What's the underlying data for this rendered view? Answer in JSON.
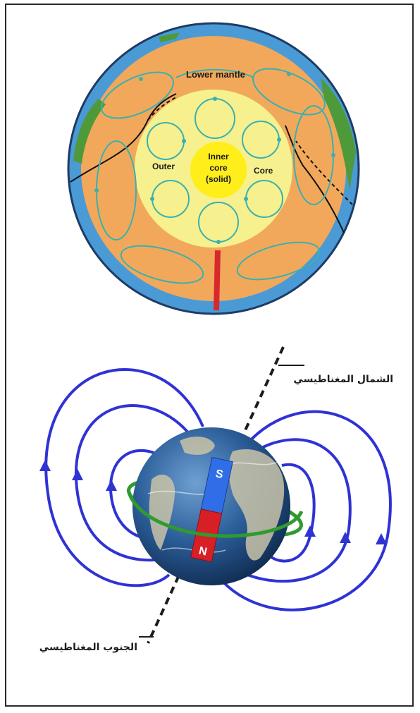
{
  "earth_interior": {
    "labels": {
      "lower_mantle": "Lower mantle",
      "inner_core_line1": "Inner",
      "inner_core_line2": "core",
      "inner_core_line3": "(solid)",
      "outer": "Outer",
      "core": "Core"
    },
    "colors": {
      "crust": "#4a9ad6",
      "mantle": "#f2a85a",
      "outer_core": "#f6f08e",
      "inner_core": "#ffee1a",
      "convection_arrows": "#3ab0b0",
      "continents": "#4e9a3a",
      "plume": "#d8282e"
    }
  },
  "magnetic_field": {
    "labels": {
      "magnetic_north": "الشمال المغناطيسي",
      "magnetic_south": "الجنوب المغناطيسي",
      "pole_s": "S",
      "pole_n": "N"
    },
    "colors": {
      "field_lines": "#2f33d4",
      "magnet_s": "#2f6ee6",
      "magnet_n": "#d81f26",
      "equator_ring": "#2f9b2f",
      "globe_ocean": "#1f4f8a",
      "globe_land": "#c9c3a8"
    }
  }
}
